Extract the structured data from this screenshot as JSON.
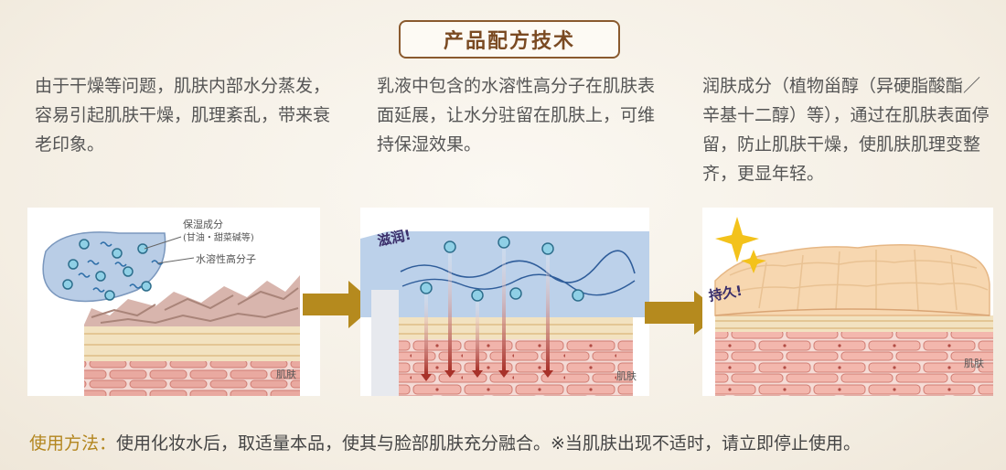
{
  "title": "产品配方技术",
  "descriptions": [
    "由于干燥等问题，肌肤内部水分蒸发，容易引起肌肤干燥，肌理紊乱，带来衰老印象。",
    "乳液中包含的水溶性高分子在肌肤表面延展，让水分驻留在肌肤上，可维持保湿效果。",
    "润肤成分（植物甾醇（异硬脂酸酯／辛基十二醇）等），通过在肌肤表面停留，防止肌肤干燥，使肌肤肌理变整齐，更显年轻。"
  ],
  "panel1": {
    "label_moisture": "保湿成分",
    "label_moisture_examples": "(甘油・甜菜碱等)",
    "label_polymer": "水溶性高分子",
    "label_skin": "肌肤"
  },
  "panel2": {
    "label_moisturize": "滋润!",
    "label_skin": "肌肤"
  },
  "panel3": {
    "label_lasting": "持久!",
    "label_skin": "肌肤"
  },
  "usage": {
    "label": "使用方法：",
    "text": "使用化妆水后，取适量本品，使其与脸部肌肤充分融合。※当肌肤出现不适时，请立即停止使用。"
  },
  "colors": {
    "title_border": "#8a5a2e",
    "arrow": "#b58a1e",
    "usage_label": "#b3861f"
  }
}
